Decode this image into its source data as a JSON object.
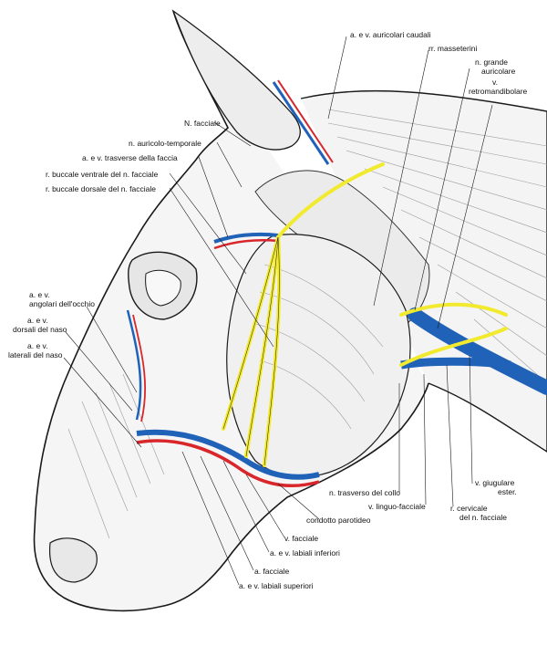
{
  "colors": {
    "artery": "#d8262b",
    "vein": "#1f62b8",
    "nerve": "#f2ea2e",
    "outline": "#1a1a1a",
    "background": "#ffffff"
  },
  "labels": {
    "auricolari_caudali": "a. e v. auricolari caudali",
    "masseterini": "rr. masseterini",
    "grande_auricolare_1": "n. grande",
    "grande_auricolare_2": "auricolare",
    "retromandibolare_1": "v.",
    "retromandibolare_2": "retromandibolare",
    "facciale_n": "N. facciale",
    "auricolo_temporale": "n. auricolo-temporale",
    "trasverse_faccia": "a. e v. trasverse della faccia",
    "buccale_ventrale": "r. buccale ventrale del n. facciale",
    "buccale_dorsale": "r. buccale dorsale del n. facciale",
    "angolari_1": "a. e v.",
    "angolari_2": "angolari dell'occhio",
    "dorsali_naso_1": "a. e v.",
    "dorsali_naso_2": "dorsali del naso",
    "laterali_naso_1": "a. e v.",
    "laterali_naso_2": "laterali del naso",
    "trasverso_collo": "n. trasverso del collo",
    "linguo_facciale": "v. linguo-facciale",
    "cervicale_1": "r. cervicale",
    "cervicale_2": "del n. facciale",
    "giugulare_1": "v. giugulare",
    "giugulare_2": "ester.",
    "condotto_parotideo": "condotto parotideo",
    "v_facciale": "v. facciale",
    "labiali_inferiori": "a. e v. labiali inferiori",
    "a_facciale": "a. facciale",
    "labiali_superiori": "a. e v. labiali superiori"
  }
}
